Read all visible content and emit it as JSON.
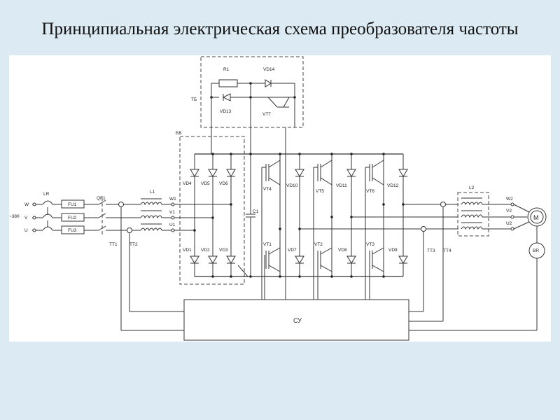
{
  "page": {
    "title": "Принципиальная электрическая схема преобразователя частоты"
  },
  "colors": {
    "background": "#dcebf3",
    "panel": "#ffffff",
    "wire": "#333333"
  },
  "labels": {
    "phase_w": "W",
    "phase_v": "V",
    "phase_u": "U",
    "mains": "~380",
    "lr": "LR",
    "fu1": "FU1",
    "fu2": "FU2",
    "fu3": "FU3",
    "qf1": "QF1",
    "l1": "L1",
    "w1": "W1",
    "v1": "V1",
    "u1": "U1",
    "tt1": "TT1",
    "tt2": "TT2",
    "tt3": "TT3",
    "tt4": "TT4",
    "bv": "БВ",
    "tb": "ТБ",
    "r1": "R1",
    "vd14": "VD14",
    "vd13": "VD13",
    "vt7": "VT7",
    "c1": "C1",
    "vd4": "VD4",
    "vd5": "VD5",
    "vd6": "VD6",
    "vd1": "VD1",
    "vd2": "VD2",
    "vd3": "VD3",
    "vt4": "VT4",
    "vt1": "VT1",
    "vd10": "VD10",
    "vd7": "VD7",
    "vt5": "VT5",
    "vt2": "VT2",
    "vd11": "VD11",
    "vd8": "VD8",
    "vt6": "VT6",
    "vt3": "VT3",
    "vd12": "VD12",
    "vd9": "VD9",
    "l2": "L2",
    "w2": "W2",
    "v2": "V2",
    "u2": "U2",
    "motor": "M",
    "encoder": "BR",
    "control": "СУ"
  }
}
